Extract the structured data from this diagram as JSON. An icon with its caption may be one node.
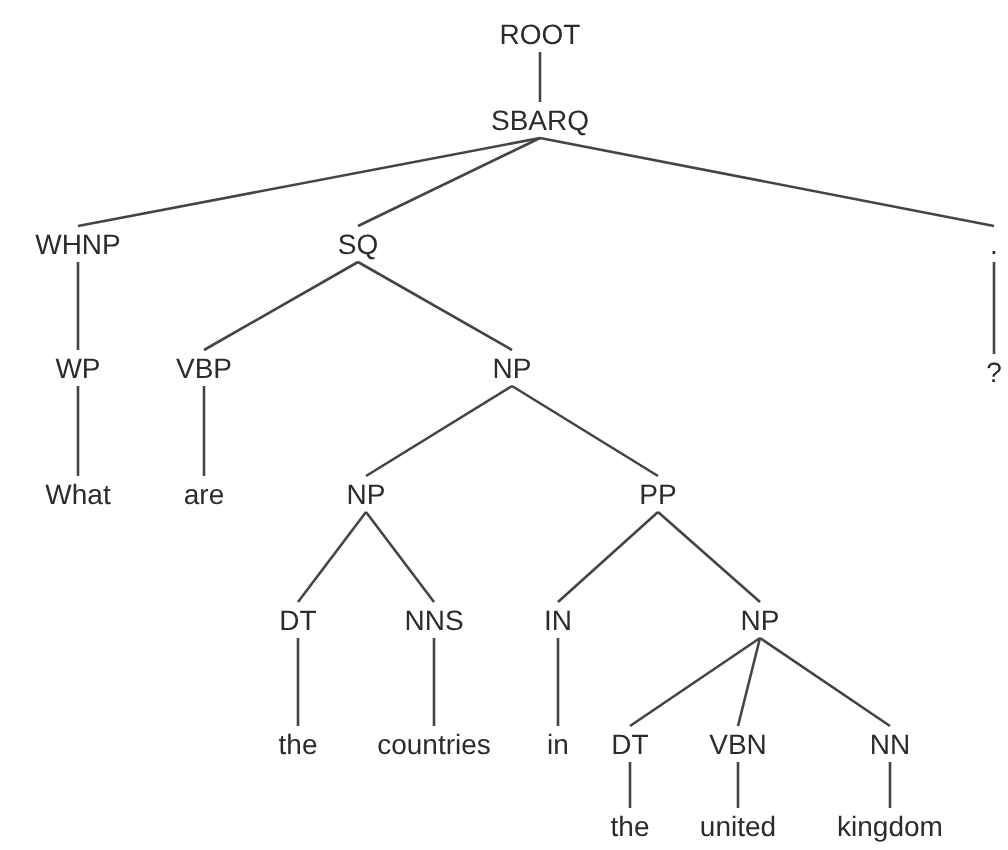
{
  "diagram": {
    "nodes": [
      {
        "text": [
          "ROOT"
        ]
      },
      {
        "text": [
          "SBARQ"
        ]
      },
      {
        "text": [
          "WHNP"
        ]
      },
      {
        "text": [
          "SQ"
        ]
      },
      {
        "text": [
          "."
        ]
      },
      {
        "text": [
          "WP"
        ]
      },
      {
        "text": [
          "VBP"
        ]
      },
      {
        "text": [
          "NP"
        ]
      },
      {
        "text": [
          "?"
        ]
      },
      {
        "text": [
          "What"
        ]
      },
      {
        "text": [
          "are"
        ]
      },
      {
        "text": [
          "NP"
        ]
      },
      {
        "text": [
          "PP"
        ]
      },
      {
        "text": [
          "DT"
        ]
      },
      {
        "text": [
          "NNS"
        ]
      },
      {
        "text": [
          "IN"
        ]
      },
      {
        "text": [
          "NP"
        ]
      },
      {
        "text": [
          "the"
        ]
      },
      {
        "text": [
          "countries"
        ]
      },
      {
        "text": [
          "in"
        ]
      },
      {
        "text": [
          "DT"
        ]
      },
      {
        "text": [
          "VBN"
        ]
      },
      {
        "text": [
          "NN"
        ]
      },
      {
        "text": [
          "the"
        ]
      },
      {
        "text": [
          "united"
        ]
      },
      {
        "text": [
          "kingdom"
        ]
      }
    ],
    "edges": [
      {
        "from": 0,
        "to": 1,
        "arrow": "none"
      },
      {
        "from": 1,
        "to": 2,
        "arrow": "none"
      },
      {
        "from": 1,
        "to": 3,
        "arrow": "none"
      },
      {
        "from": 1,
        "to": 4,
        "arrow": "none"
      },
      {
        "from": 2,
        "to": 5,
        "arrow": "none"
      },
      {
        "from": 3,
        "to": 6,
        "arrow": "none"
      },
      {
        "from": 3,
        "to": 7,
        "arrow": "none"
      },
      {
        "from": 4,
        "to": 8,
        "arrow": "none"
      },
      {
        "from": 5,
        "to": 9,
        "arrow": "none"
      },
      {
        "from": 6,
        "to": 10,
        "arrow": "none"
      },
      {
        "from": 7,
        "to": 11,
        "arrow": "none"
      },
      {
        "from": 7,
        "to": 12,
        "arrow": "none"
      },
      {
        "from": 11,
        "to": 13,
        "arrow": "none"
      },
      {
        "from": 11,
        "to": 14,
        "arrow": "none"
      },
      {
        "from": 12,
        "to": 15,
        "arrow": "none"
      },
      {
        "from": 12,
        "to": 16,
        "arrow": "none"
      },
      {
        "from": 13,
        "to": 17,
        "arrow": "none"
      },
      {
        "from": 14,
        "to": 18,
        "arrow": "none"
      },
      {
        "from": 15,
        "to": 19,
        "arrow": "none"
      },
      {
        "from": 16,
        "to": 20,
        "arrow": "none"
      },
      {
        "from": 16,
        "to": 21,
        "arrow": "none"
      },
      {
        "from": 16,
        "to": 22,
        "arrow": "none"
      },
      {
        "from": 20,
        "to": 23,
        "arrow": "none"
      },
      {
        "from": 21,
        "to": 24,
        "arrow": "none"
      },
      {
        "from": 22,
        "to": 25,
        "arrow": "none"
      }
    ]
  }
}
